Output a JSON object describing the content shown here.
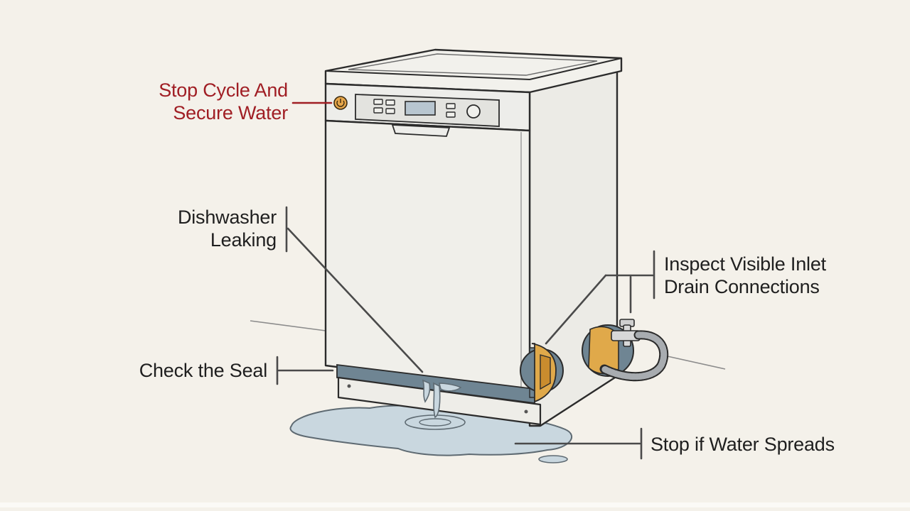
{
  "colors": {
    "background": "#f4f1ea",
    "accent_red": "#a01e24",
    "outline": "#2b2b2b",
    "water": "#bfd0da",
    "seal": "#6f8593",
    "brass": "#e0a94a",
    "callout_line": "#4a4a4a"
  },
  "callouts": {
    "stop_cycle": {
      "line1": "Stop Cycle And",
      "line2": "Secure Water"
    },
    "leaking": {
      "line1": "Dishwasher",
      "line2": "Leaking"
    },
    "inspect": {
      "line1": "Inspect Visible Inlet",
      "line2": "Drain Connections"
    },
    "seal": {
      "text": "Check the Seal"
    },
    "spreads": {
      "text": "Stop if Water Spreads"
    }
  },
  "icons": [
    "power-icon",
    "control-buttons",
    "display-screen",
    "control-knob",
    "water-valve",
    "drain-hose",
    "water-puddle"
  ]
}
